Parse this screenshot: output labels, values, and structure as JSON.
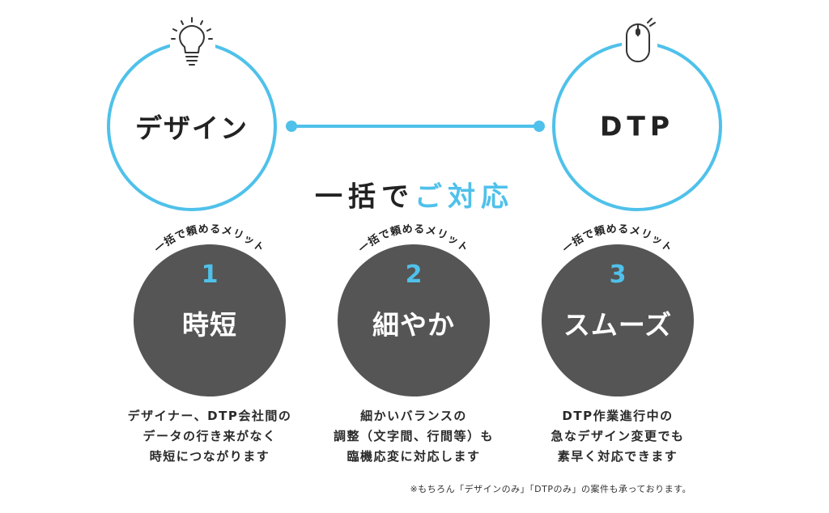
{
  "diagram": {
    "left_circle_label": "デザイン",
    "right_circle_label": "DTP",
    "heading_dark": "一括で",
    "heading_accent": "ご対応",
    "left_icon": "lightbulb-icon",
    "right_icon": "mouse-icon"
  },
  "merits": [
    {
      "arc_label": "一括で頼めるメリット",
      "number": "1",
      "title": "時短",
      "description": [
        "デザイナー、DTP会社間の",
        "データの行き来がなく",
        "時短につながります"
      ]
    },
    {
      "arc_label": "一括で頼めるメリット",
      "number": "2",
      "title": "細やか",
      "description": [
        "細かいバランスの",
        "調整（文字間、行間等）も",
        "臨機応変に対応します"
      ]
    },
    {
      "arc_label": "一括で頼めるメリット",
      "number": "3",
      "title": "スムーズ",
      "description": [
        "DTP作業進行中の",
        "急なデザイン変更でも",
        "素早く対応できます"
      ]
    }
  ],
  "footnote": "※もちろん「デザインのみ」「DTPのみ」の案件も承っております。",
  "colors": {
    "accent": "#4fc1ea",
    "dark_circle": "#555555",
    "text": "#222222"
  }
}
